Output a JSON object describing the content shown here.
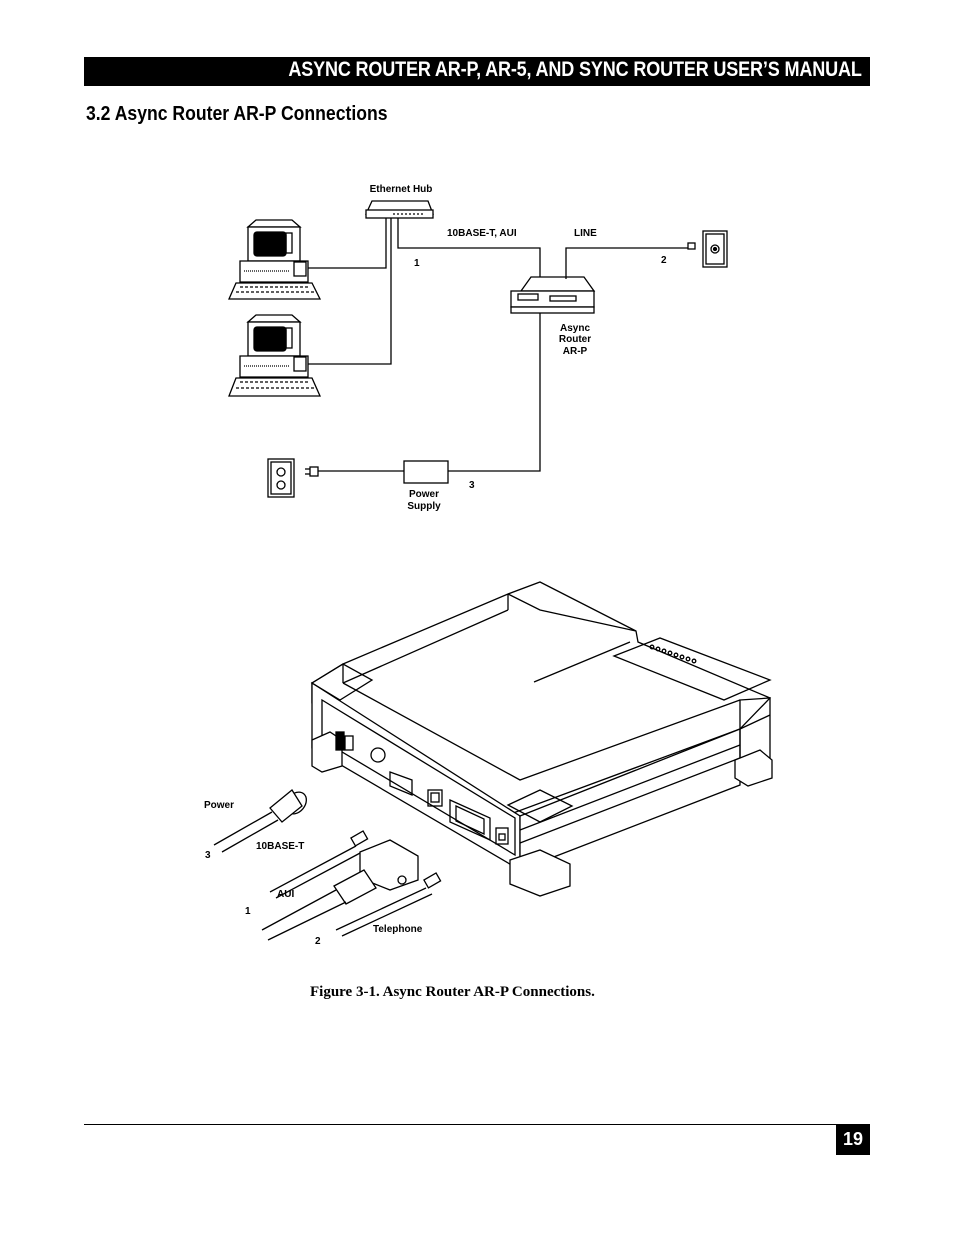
{
  "header": {
    "title": "ASYNC ROUTER AR-P, AR-5, AND SYNC ROUTER USER’S MANUAL"
  },
  "section": {
    "title": "3.2  Async Router AR-P Connections"
  },
  "diagram_top": {
    "hub_label": "Ethernet Hub",
    "link_label": "10BASE-T, AUI",
    "line_label": "LINE",
    "num_1": "1",
    "num_2": "2",
    "num_3": "3",
    "router_label": [
      "Async",
      "Router",
      "AR-P"
    ],
    "psu_label": [
      "Power",
      "Supply"
    ]
  },
  "diagram_bottom": {
    "power_label": "Power",
    "num_3": "3",
    "tbase_label": "10BASE-T",
    "aui_label": "AUI",
    "num_1": "1",
    "num_2": "2",
    "telephone_label": "Telephone"
  },
  "caption": "Figure 3-1.  Async Router AR-P Connections.",
  "page_number": "19"
}
